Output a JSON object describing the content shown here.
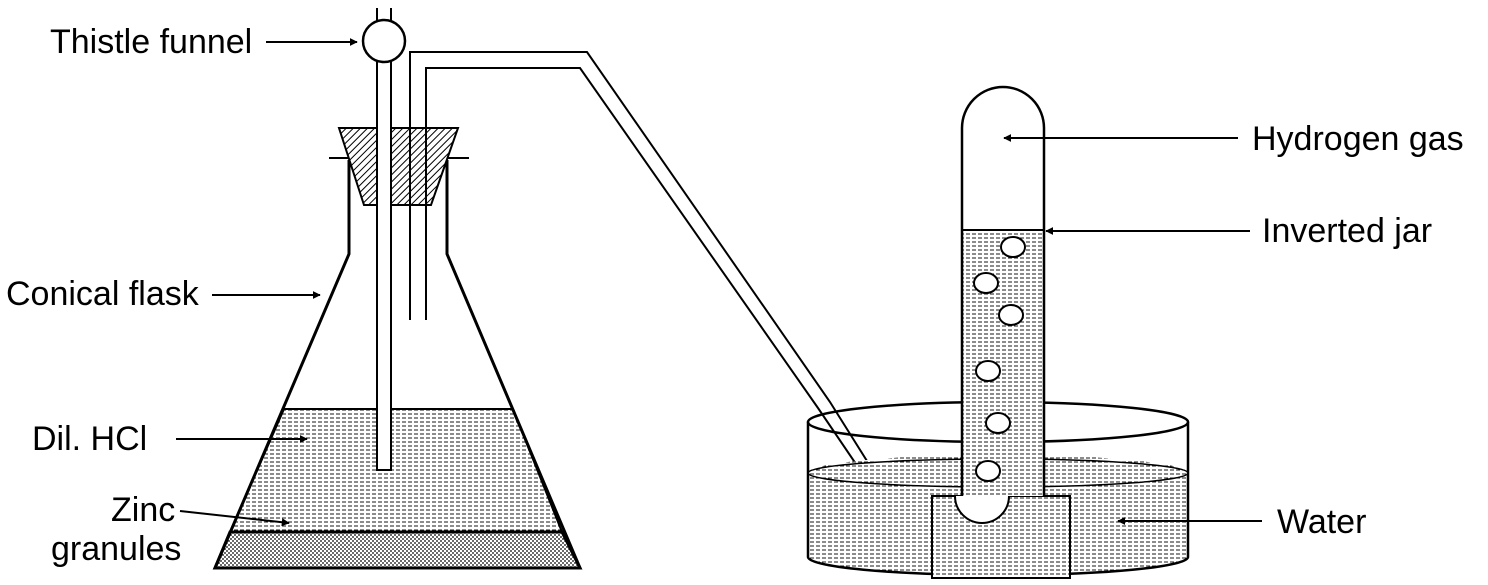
{
  "labels": {
    "thistle_funnel": "Thistle funnel",
    "conical_flask": "Conical flask",
    "dil_hcl": "Dil. HCl",
    "zinc_line1": "Zinc",
    "zinc_line2": "granules",
    "hydrogen_gas": "Hydrogen gas",
    "inverted_jar": "Inverted jar",
    "water": "Water"
  },
  "colors": {
    "ink": "#000000",
    "background": "#ffffff"
  }
}
